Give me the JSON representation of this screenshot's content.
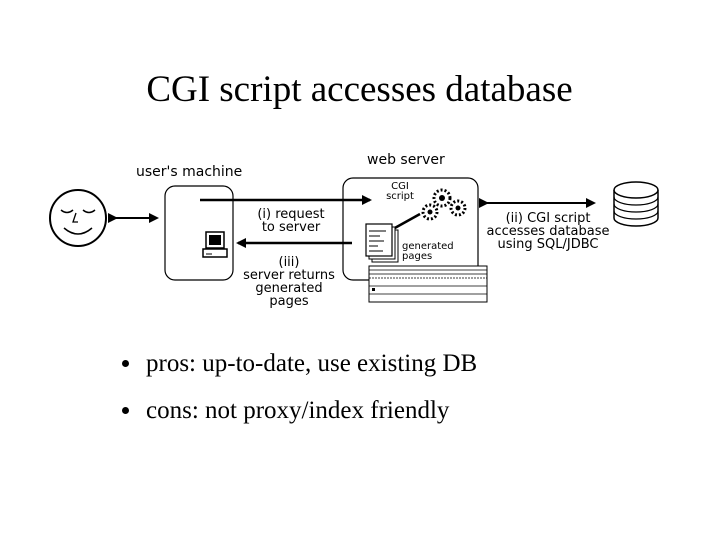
{
  "slide": {
    "title": "CGI script accesses database"
  },
  "diagram": {
    "users_machine_label": "user's machine",
    "web_server_label": "web server",
    "cgi_label_1": "CGI",
    "cgi_label_2": "script",
    "request_label_1": "(i) request",
    "request_label_2": "to server",
    "returns_label_1": "(iii)",
    "returns_label_2": "server returns",
    "returns_label_3": "generated",
    "returns_label_4": "pages",
    "generated_label_1": "generated",
    "generated_label_2": "pages",
    "db_label_1": "(ii)  CGI script",
    "db_label_2": "accesses database",
    "db_label_3": "using SQL/JDBC"
  },
  "bullets": [
    "pros: up-to-date, use existing  DB",
    "cons:  not proxy/index friendly"
  ]
}
